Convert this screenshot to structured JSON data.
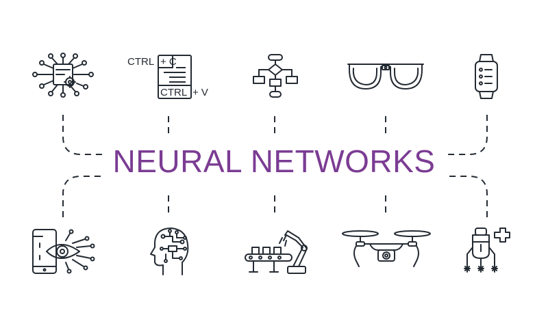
{
  "title": "NEURAL NETWORKS",
  "colors": {
    "title": "#7b3c93",
    "icon_stroke": "#232a32",
    "background": "#ffffff"
  },
  "icons": [
    {
      "name": "neural-chip-gear-icon"
    },
    {
      "name": "copy-paste-document-icon",
      "labels": {
        "ctrl_top": "CTRL",
        "plus_c": "+ C",
        "ctrl_bottom": "CTRL",
        "plus_v": "+ V"
      }
    },
    {
      "name": "flowchart-icon"
    },
    {
      "name": "smart-glasses-icon"
    },
    {
      "name": "smartwatch-icon"
    },
    {
      "name": "phone-eye-scan-icon"
    },
    {
      "name": "human-head-circuit-icon"
    },
    {
      "name": "robot-arm-conveyor-icon"
    },
    {
      "name": "drone-camera-icon"
    },
    {
      "name": "medical-robot-icon"
    }
  ]
}
